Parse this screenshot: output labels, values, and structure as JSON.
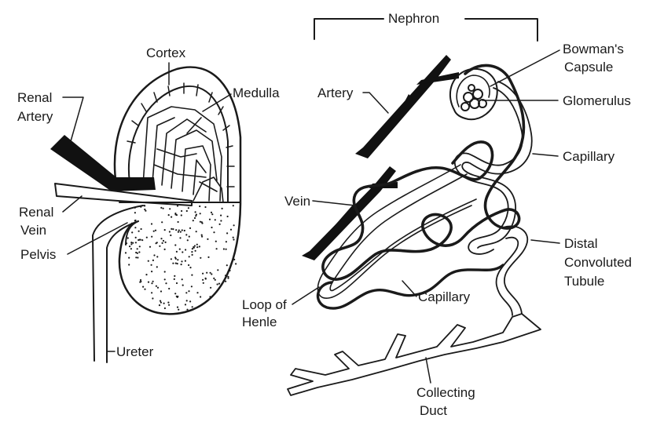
{
  "kidney": {
    "labels": {
      "cortex": "Cortex",
      "medulla": "Medulla",
      "renal_artery_1": "Renal",
      "renal_artery_2": "Artery",
      "renal_vein_1": "Renal",
      "renal_vein_2": "Vein",
      "pelvis": "Pelvis",
      "ureter": "Ureter"
    }
  },
  "nephron": {
    "labels": {
      "title": "Nephron",
      "artery": "Artery",
      "bowmans_1": "Bowman's",
      "bowmans_2": "Capsule",
      "glomerulus": "Glomerulus",
      "capillary_upper": "Capillary",
      "vein": "Vein",
      "distal_1": "Distal",
      "distal_2": "Convoluted",
      "distal_3": "Tubule",
      "loop_1": "Loop of",
      "loop_2": "Henle",
      "capillary_lower": "Capillary",
      "collecting_1": "Collecting",
      "collecting_2": "Duct"
    }
  }
}
